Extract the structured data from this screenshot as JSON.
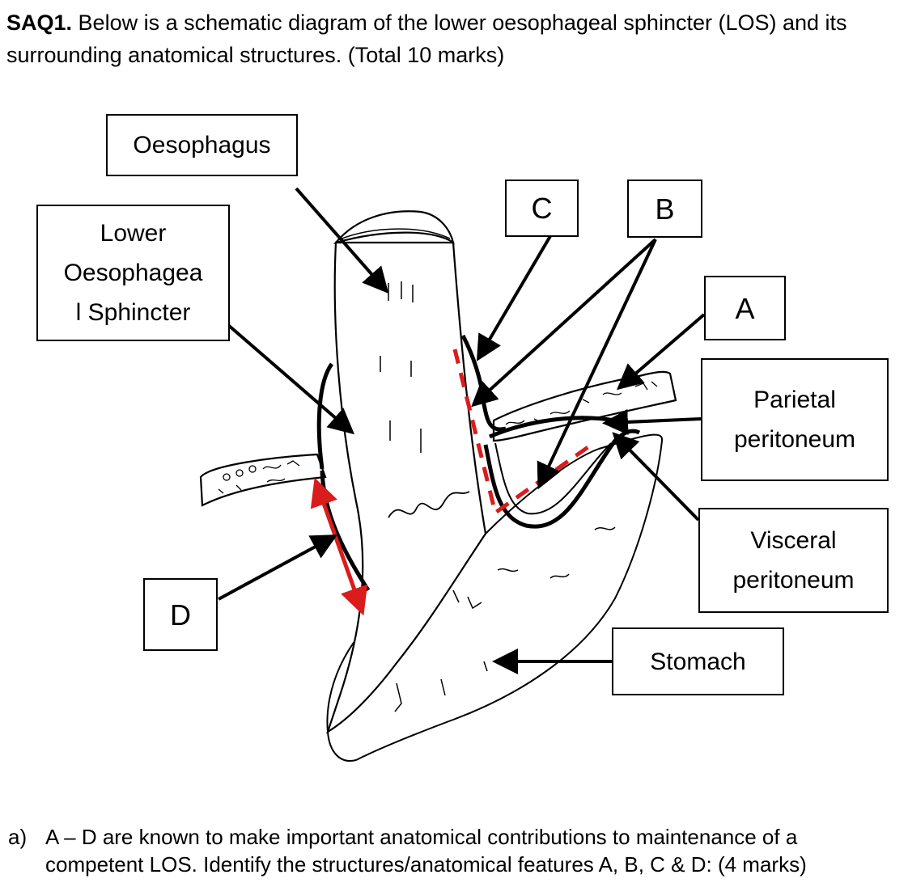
{
  "question": {
    "id": "SAQ1.",
    "intro": "Below is a schematic diagram of the lower oesophageal sphincter (LOS) and its surrounding anatomical structures. (Total 10 marks)"
  },
  "labels": {
    "oesophagus": "Oesophagus",
    "los_line1": "Lower",
    "los_line2": "Oesophagea",
    "los_line3": "l Sphincter",
    "c": "C",
    "b": "B",
    "a": "A",
    "parietal_line1": "Parietal",
    "parietal_line2": "peritoneum",
    "visceral_line1": "Visceral",
    "visceral_line2": "peritoneum",
    "d": "D",
    "stomach": "Stomach"
  },
  "colors": {
    "ink": "#000000",
    "highlight": "#d91c1c"
  },
  "sub_question": {
    "marker": "a)",
    "line1": "A – D are known to make important anatomical contributions to maintenance of a",
    "line2": "competent LOS. Identify the structures/anatomical features A, B, C & D: (4 marks)"
  }
}
